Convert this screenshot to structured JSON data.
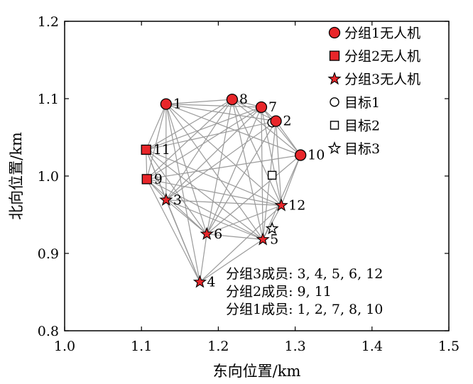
{
  "chart_data": {
    "type": "scatter",
    "xlabel": "东向位置/km",
    "ylabel": "北向位置/km",
    "xlim": [
      1.0,
      1.5
    ],
    "ylim": [
      0.8,
      1.2
    ],
    "xticks": [
      "1.0",
      "1.1",
      "1.2",
      "1.3",
      "1.4",
      "1.5"
    ],
    "yticks": [
      "0.8",
      "0.9",
      "1.0",
      "1.1",
      "1.2"
    ],
    "grid": false,
    "legend_position": "top-right",
    "series": [
      {
        "name": "分组1无人机",
        "marker": "circle",
        "color": "#e8262a",
        "points": [
          {
            "id": "1",
            "x": 1.132,
            "y": 1.093
          },
          {
            "id": "8",
            "x": 1.218,
            "y": 1.099
          },
          {
            "id": "7",
            "x": 1.256,
            "y": 1.089
          },
          {
            "id": "2",
            "x": 1.275,
            "y": 1.071
          },
          {
            "id": "10",
            "x": 1.307,
            "y": 1.027
          }
        ]
      },
      {
        "name": "分组2无人机",
        "marker": "square",
        "color": "#e8262a",
        "points": [
          {
            "id": "11",
            "x": 1.106,
            "y": 1.034
          },
          {
            "id": "9",
            "x": 1.107,
            "y": 0.996
          }
        ]
      },
      {
        "name": "分组3无人机",
        "marker": "star",
        "color": "#e8262a",
        "points": [
          {
            "id": "3",
            "x": 1.132,
            "y": 0.969
          },
          {
            "id": "12",
            "x": 1.282,
            "y": 0.962
          },
          {
            "id": "6",
            "x": 1.185,
            "y": 0.925
          },
          {
            "id": "5",
            "x": 1.258,
            "y": 0.918
          },
          {
            "id": "4",
            "x": 1.176,
            "y": 0.863
          }
        ]
      },
      {
        "name": "目标1",
        "marker": "circle-open",
        "color": "#000000",
        "points": [
          {
            "x": 1.27,
            "y": 1.069
          }
        ]
      },
      {
        "name": "目标2",
        "marker": "square-open",
        "color": "#000000",
        "points": [
          {
            "x": 1.27,
            "y": 1.001
          }
        ]
      },
      {
        "name": "目标3",
        "marker": "star-open",
        "color": "#000000",
        "points": [
          {
            "x": 1.27,
            "y": 0.932
          }
        ]
      }
    ],
    "edge_color": "#9a9a9a",
    "edges": [
      [
        "1",
        "8"
      ],
      [
        "1",
        "7"
      ],
      [
        "1",
        "2"
      ],
      [
        "1",
        "10"
      ],
      [
        "1",
        "11"
      ],
      [
        "1",
        "9"
      ],
      [
        "1",
        "3"
      ],
      [
        "1",
        "6"
      ],
      [
        "1",
        "5"
      ],
      [
        "1",
        "12"
      ],
      [
        "1",
        "4"
      ],
      [
        "8",
        "7"
      ],
      [
        "8",
        "2"
      ],
      [
        "8",
        "10"
      ],
      [
        "8",
        "11"
      ],
      [
        "8",
        "9"
      ],
      [
        "8",
        "3"
      ],
      [
        "8",
        "6"
      ],
      [
        "8",
        "5"
      ],
      [
        "8",
        "12"
      ],
      [
        "7",
        "2"
      ],
      [
        "7",
        "10"
      ],
      [
        "7",
        "11"
      ],
      [
        "7",
        "9"
      ],
      [
        "7",
        "3"
      ],
      [
        "7",
        "6"
      ],
      [
        "7",
        "5"
      ],
      [
        "7",
        "12"
      ],
      [
        "2",
        "10"
      ],
      [
        "2",
        "11"
      ],
      [
        "2",
        "3"
      ],
      [
        "2",
        "6"
      ],
      [
        "2",
        "5"
      ],
      [
        "2",
        "12"
      ],
      [
        "10",
        "9"
      ],
      [
        "10",
        "6"
      ],
      [
        "10",
        "5"
      ],
      [
        "10",
        "12"
      ],
      [
        "11",
        "9"
      ],
      [
        "11",
        "3"
      ],
      [
        "11",
        "6"
      ],
      [
        "11",
        "5"
      ],
      [
        "11",
        "12"
      ],
      [
        "11",
        "4"
      ],
      [
        "9",
        "3"
      ],
      [
        "9",
        "6"
      ],
      [
        "9",
        "5"
      ],
      [
        "9",
        "4"
      ],
      [
        "9",
        "12"
      ],
      [
        "3",
        "6"
      ],
      [
        "3",
        "5"
      ],
      [
        "3",
        "12"
      ],
      [
        "3",
        "4"
      ],
      [
        "6",
        "5"
      ],
      [
        "6",
        "12"
      ],
      [
        "6",
        "4"
      ],
      [
        "5",
        "12"
      ],
      [
        "5",
        "4"
      ],
      [
        "12",
        "4"
      ]
    ],
    "annotations": [
      "分组3成员: 3, 4, 5, 6, 12",
      "分组2成员: 9, 11",
      "分组1成员: 1, 2, 7, 8, 10"
    ]
  }
}
